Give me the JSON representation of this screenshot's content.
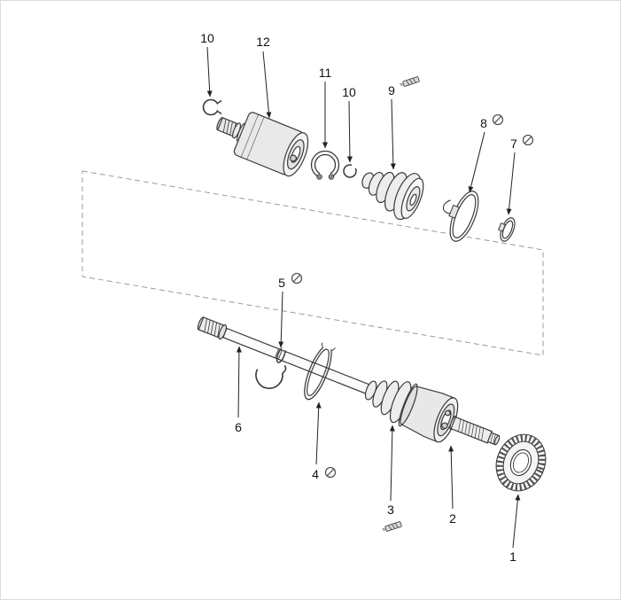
{
  "colors": {
    "background": "#ffffff",
    "line": "#3a3a3a",
    "shading": "#e8e8e8",
    "dashed_outline": "#9a9a9a",
    "label_text": "#111111"
  },
  "callouts": {
    "c1": {
      "label": "1"
    },
    "c2": {
      "label": "2"
    },
    "c3": {
      "label": "3"
    },
    "c4": {
      "label": "4"
    },
    "c5": {
      "label": "5"
    },
    "c6": {
      "label": "6"
    },
    "c7": {
      "label": "7"
    },
    "c8": {
      "label": "8"
    },
    "c9": {
      "label": "9"
    },
    "c10a": {
      "label": "10"
    },
    "c10b": {
      "label": "10"
    },
    "c11": {
      "label": "11"
    },
    "c12": {
      "label": "12"
    }
  },
  "icons": [
    {
      "name": "do-not-reuse-icon",
      "glyph": "⊘",
      "shown_beside": [
        "8",
        "7",
        "5",
        "4"
      ]
    },
    {
      "name": "crimp-clamp-icon",
      "shown_beside": [
        "9",
        "3"
      ]
    }
  ]
}
